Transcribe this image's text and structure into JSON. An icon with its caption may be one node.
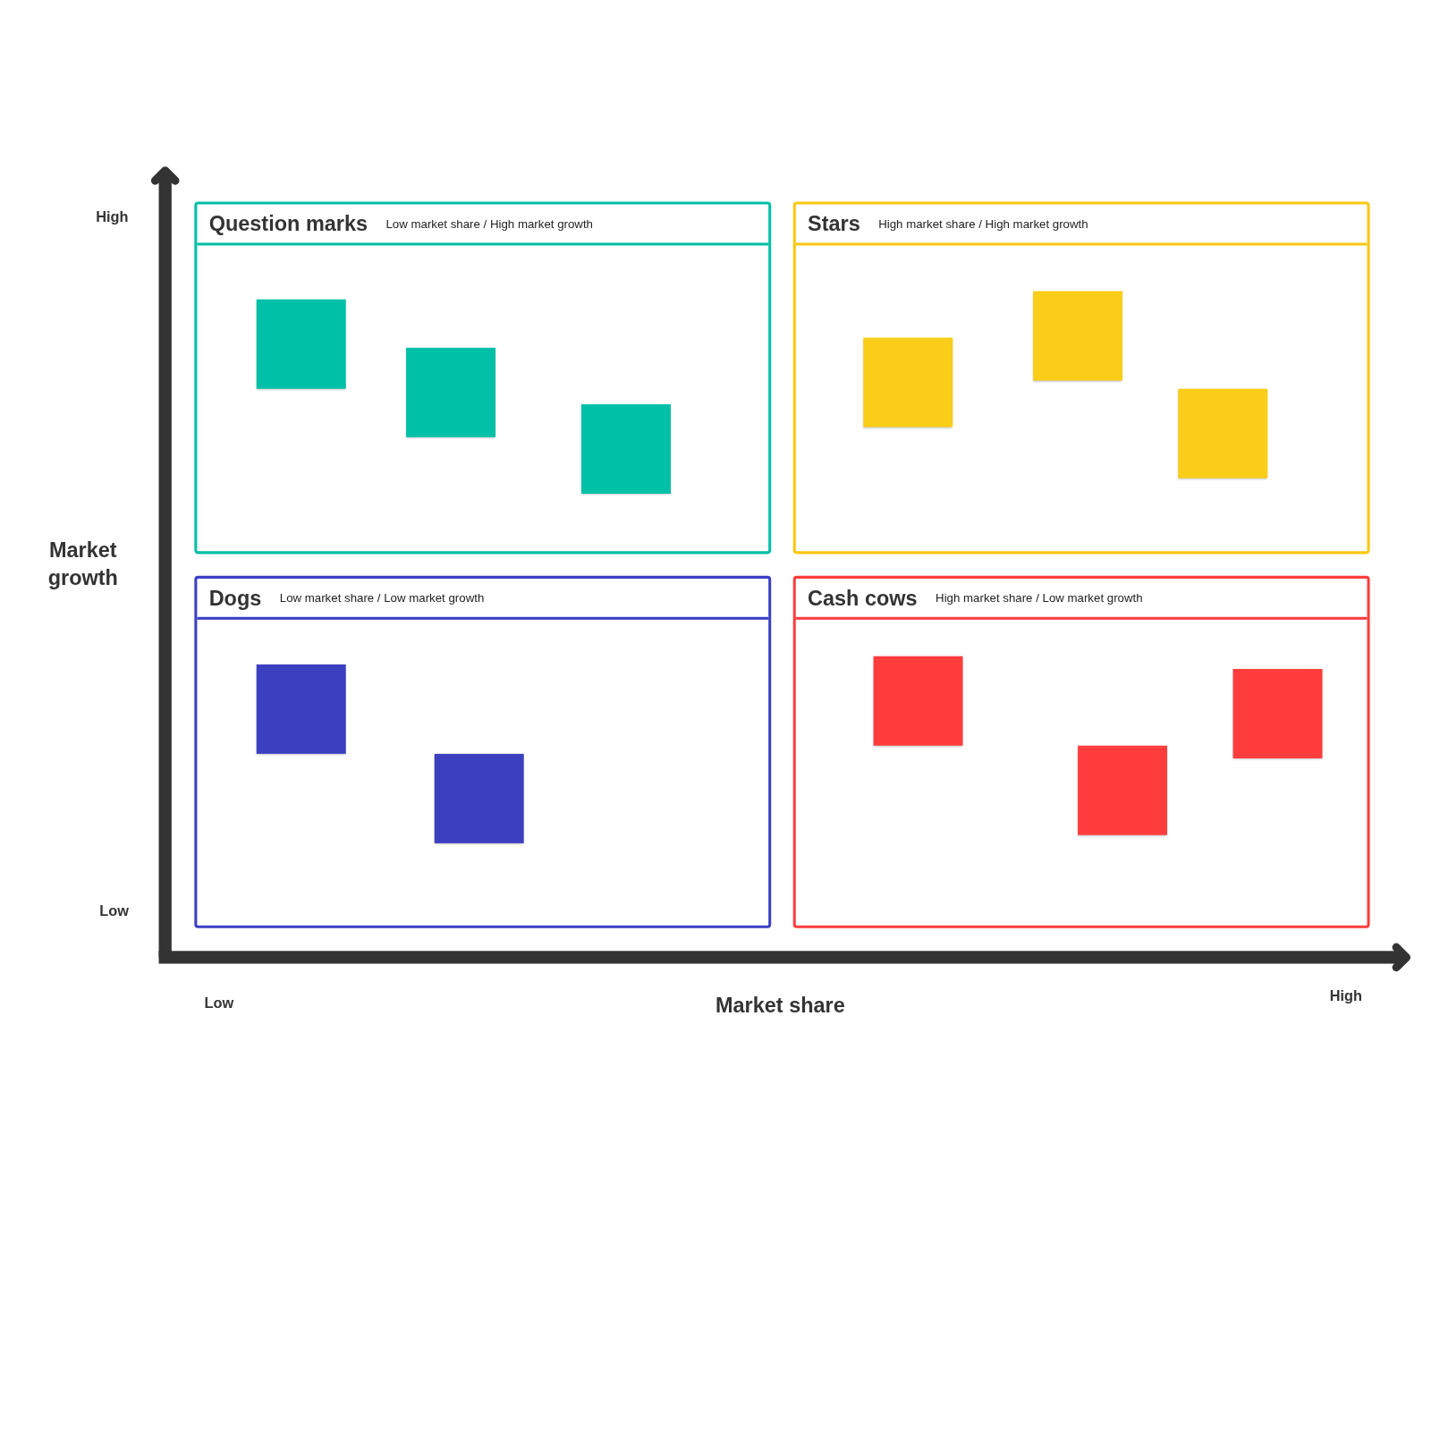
{
  "diagram": {
    "nodes": [
      {
        "text": [
          "Question marks",
          "Low market share / High market growth"
        ]
      },
      {
        "text": [],
        "shape": "box",
        "in": 0
      },
      {
        "text": [],
        "shape": "box",
        "in": 0
      },
      {
        "text": [],
        "shape": "box",
        "in": 0
      },
      {
        "text": [
          "Stars",
          "High market share / High market growth"
        ]
      },
      {
        "text": [],
        "shape": "box",
        "in": 4
      },
      {
        "text": [],
        "shape": "box",
        "in": 4
      },
      {
        "text": [],
        "shape": "box",
        "in": 4
      },
      {
        "text": [
          "Dogs",
          "Low market share / Low market growth"
        ]
      },
      {
        "text": [],
        "shape": "box",
        "in": 8
      },
      {
        "text": [],
        "shape": "box",
        "in": 8
      },
      {
        "text": [
          "Cash cows",
          "High market share / Low market growth"
        ]
      },
      {
        "text": [],
        "shape": "box",
        "in": 11
      },
      {
        "text": [],
        "shape": "box",
        "in": 11
      },
      {
        "text": [],
        "shape": "box",
        "in": 11
      }
    ],
    "edges": [],
    "labels": [
      "High",
      "Market growth",
      "Low",
      "Low",
      "Market share",
      "High"
    ]
  }
}
